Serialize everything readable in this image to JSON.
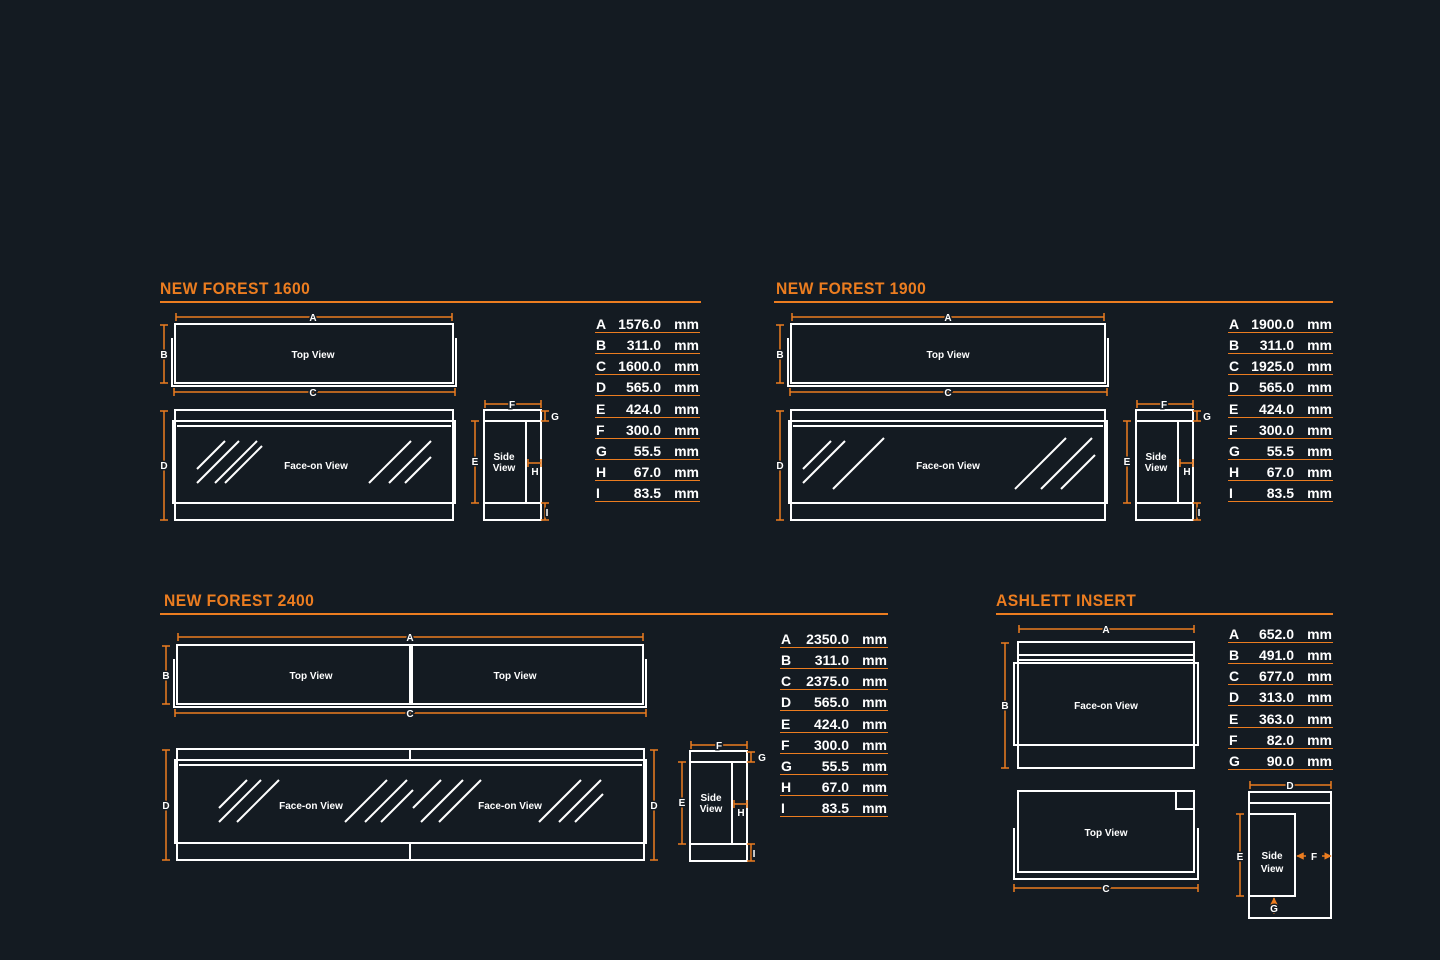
{
  "colors": {
    "background": "#141b22",
    "accent": "#ec7d20",
    "line": "#ffffff"
  },
  "unit": "mm",
  "panels": [
    {
      "id": "nf1600",
      "title": "NEW FOREST 1600",
      "views": {
        "top": "Top View",
        "face": "Face-on View",
        "side_line1": "Side",
        "side_line2": "View"
      },
      "specs": [
        {
          "letter": "A",
          "value": "1576.0"
        },
        {
          "letter": "B",
          "value": "311.0"
        },
        {
          "letter": "C",
          "value": "1600.0"
        },
        {
          "letter": "D",
          "value": "565.0"
        },
        {
          "letter": "E",
          "value": "424.0"
        },
        {
          "letter": "F",
          "value": "300.0"
        },
        {
          "letter": "G",
          "value": "55.5"
        },
        {
          "letter": "H",
          "value": "67.0"
        },
        {
          "letter": "I",
          "value": "83.5"
        }
      ]
    },
    {
      "id": "nf1900",
      "title": "NEW FOREST 1900",
      "views": {
        "top": "Top View",
        "face": "Face-on View",
        "side_line1": "Side",
        "side_line2": "View"
      },
      "specs": [
        {
          "letter": "A",
          "value": "1900.0"
        },
        {
          "letter": "B",
          "value": "311.0"
        },
        {
          "letter": "C",
          "value": "1925.0"
        },
        {
          "letter": "D",
          "value": "565.0"
        },
        {
          "letter": "E",
          "value": "424.0"
        },
        {
          "letter": "F",
          "value": "300.0"
        },
        {
          "letter": "G",
          "value": "55.5"
        },
        {
          "letter": "H",
          "value": "67.0"
        },
        {
          "letter": "I",
          "value": "83.5"
        }
      ]
    },
    {
      "id": "nf2400",
      "title": "NEW FOREST 2400",
      "views": {
        "top": "Top View",
        "face": "Face-on View",
        "side_line1": "Side",
        "side_line2": "View"
      },
      "specs": [
        {
          "letter": "A",
          "value": "2350.0"
        },
        {
          "letter": "B",
          "value": "311.0"
        },
        {
          "letter": "C",
          "value": "2375.0"
        },
        {
          "letter": "D",
          "value": "565.0"
        },
        {
          "letter": "E",
          "value": "424.0"
        },
        {
          "letter": "F",
          "value": "300.0"
        },
        {
          "letter": "G",
          "value": "55.5"
        },
        {
          "letter": "H",
          "value": "67.0"
        },
        {
          "letter": "I",
          "value": "83.5"
        }
      ]
    },
    {
      "id": "ashlett",
      "title": "ASHLETT INSERT",
      "views": {
        "top": "Top View",
        "face": "Face-on View",
        "side_line1": "Side",
        "side_line2": "View"
      },
      "specs": [
        {
          "letter": "A",
          "value": "652.0"
        },
        {
          "letter": "B",
          "value": "491.0"
        },
        {
          "letter": "C",
          "value": "677.0"
        },
        {
          "letter": "D",
          "value": "313.0"
        },
        {
          "letter": "E",
          "value": "363.0"
        },
        {
          "letter": "F",
          "value": "82.0"
        },
        {
          "letter": "G",
          "value": "90.0"
        }
      ]
    }
  ],
  "dimension_letters": [
    "A",
    "B",
    "C",
    "D",
    "E",
    "F",
    "G",
    "H",
    "I"
  ]
}
